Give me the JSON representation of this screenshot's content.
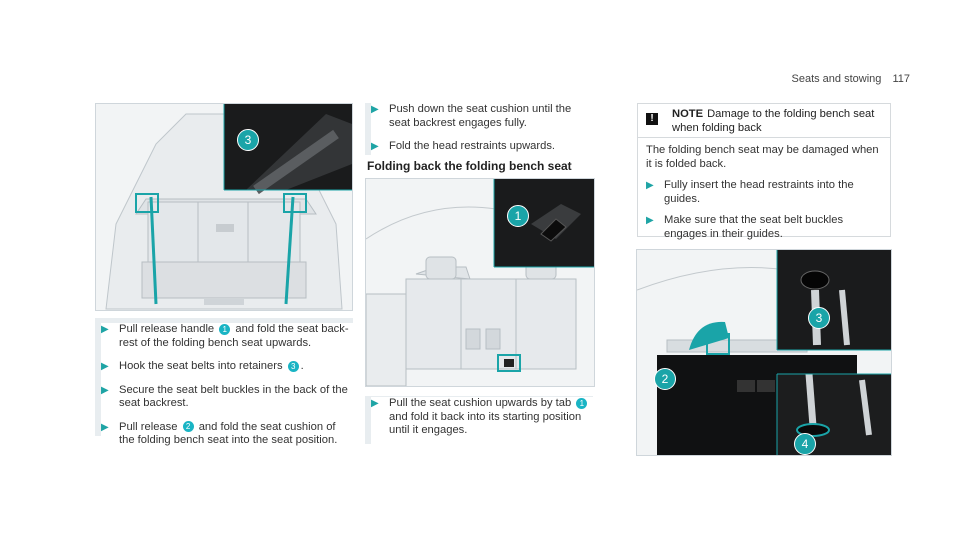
{
  "header": {
    "section": "Seats and stowing",
    "page": "117"
  },
  "col1": {
    "steps": [
      {
        "before": "Pull release handle",
        "badge": "1",
        "after": "and fold the seat back-rest of the folding bench seat upwards."
      },
      {
        "before": "Hook the seat belts into retainers",
        "badge": "3",
        "after": "."
      },
      {
        "text": "Secure the seat belt buckles in the back of the seat backrest."
      },
      {
        "before": "Pull release",
        "badge": "2",
        "after": "and fold the seat cushion of the folding bench seat into the seat position."
      }
    ]
  },
  "col2": {
    "steps_top": [
      {
        "text": "Push down the seat cushion until the seat backrest engages fully."
      },
      {
        "text": "Fold the head restraints upwards."
      }
    ],
    "heading": "Folding back the folding bench seat",
    "steps_bottom": [
      {
        "before": "Pull the seat cushion upwards by tab",
        "badge": "1",
        "after": "and fold it back into its starting position until it engages."
      }
    ]
  },
  "note": {
    "icon": "!",
    "label": "NOTE",
    "title": "Damage to the folding bench seat when folding back",
    "body": "The folding bench seat may be damaged when it is folded back.",
    "steps": [
      {
        "text": "Fully insert the head restraints into the guides."
      },
      {
        "text": "Make sure that the seat belt buckles engages in their guides."
      }
    ]
  },
  "figures": {
    "fig1_callouts": [
      "3"
    ],
    "fig2_callouts": [
      "1"
    ],
    "fig3_callouts": [
      "3",
      "2",
      "4"
    ]
  },
  "icons": {
    "step": "triangle-right-icon",
    "callout": "numbered-circle-icon"
  },
  "colors": {
    "accent": "#1ea4a5",
    "callout": "#19b4c4",
    "figure_dark": "#111111",
    "step_bar": "#e8edf0"
  }
}
